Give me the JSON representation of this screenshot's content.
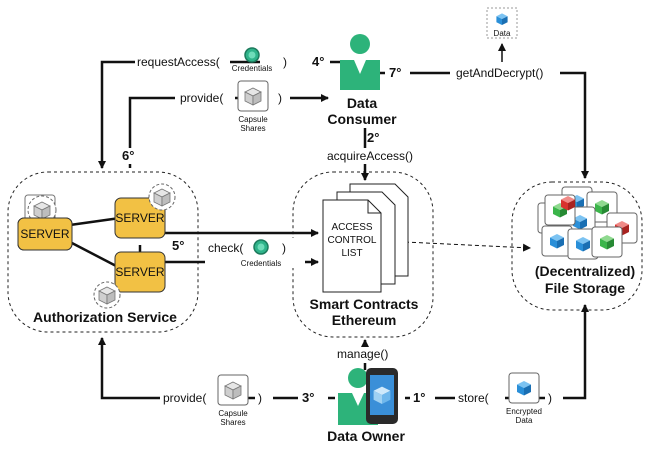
{
  "actors": {
    "data_consumer": {
      "line1": "Data",
      "line2": "Consumer"
    },
    "data_owner": "Data Owner",
    "authorization_service": "Authorization Service",
    "smart_contracts": {
      "line1": "Smart Contracts",
      "line2": "Ethereum"
    },
    "file_storage": {
      "line1": "(Decentralized)",
      "line2": "File Storage"
    },
    "acl": {
      "line1": "ACCESS",
      "line2": "CONTROL",
      "line3": "LIST"
    }
  },
  "servers": [
    "SERVER",
    "SERVER",
    "SERVER"
  ],
  "calls": {
    "request_access": "requestAccess(",
    "provide_top": "provide(",
    "get_and_decrypt": "getAndDecrypt()",
    "acquire_access": "acquireAccess()",
    "check": "check(",
    "manage": "manage()",
    "provide_bottom": "provide(",
    "store": "store(",
    "close_paren": ")"
  },
  "steps": {
    "s1": "1°",
    "s2": "2°",
    "s3": "3°",
    "s4": "4°",
    "s5": "5°",
    "s6": "6°",
    "s7": "7°"
  },
  "icon_labels": {
    "credentials": "Credentials",
    "capsule": "Capsule",
    "shares": "Shares",
    "data": "Data",
    "encrypted": "Encrypted",
    "data2": "Data"
  },
  "colors": {
    "server": "#f2c144",
    "credential": "#2fb38a",
    "person": "#2db37a",
    "blue": "#2a8fd8",
    "green": "#3bb54a",
    "red": "#d9322e"
  }
}
